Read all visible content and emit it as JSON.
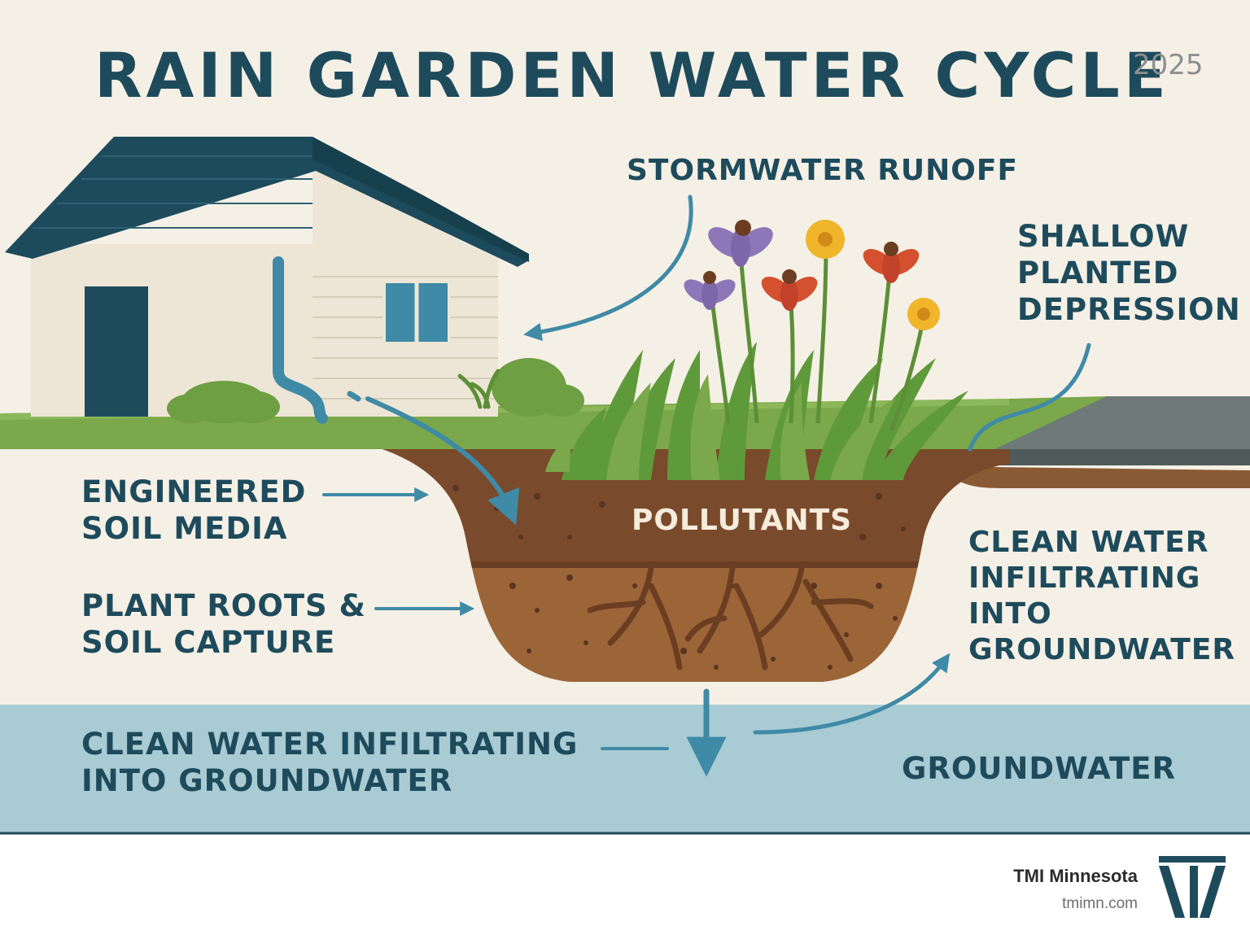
{
  "title": "RAIN GARDEN WATER CYCLE",
  "year": "2025",
  "labels": {
    "stormwater_runoff": "STORMWATER RUNOFF",
    "shallow_depression": "SHALLOW\nPLANTED\nDEPRESSION",
    "engineered_soil": "ENGINEERED\nSOIL MEDIA",
    "plant_roots": "PLANT ROOTS &\nSOIL CAPTURE",
    "pollutants": "POLLUTANTS",
    "clean_water_right": "CLEAN WATER\nINFILTRATING\nINTO\nGROUNDWATER",
    "clean_water_left": "CLEAN WATER INFILTRATING\nINTO GROUNDWATER",
    "groundwater": "GROUNDWATER"
  },
  "brand": {
    "name": "TMI Minnesota",
    "url": "tmimn.com",
    "logo_icon": "tmi-logo-icon"
  },
  "colors": {
    "navy": "#1e4b5c",
    "water_blue": "#3f8aa6",
    "groundwater_band": "#a9cbd3",
    "grass": "#7aa84a",
    "soil_dark": "#7a4a2c",
    "soil_light": "#9b6538",
    "background": "#f5f0e6"
  }
}
